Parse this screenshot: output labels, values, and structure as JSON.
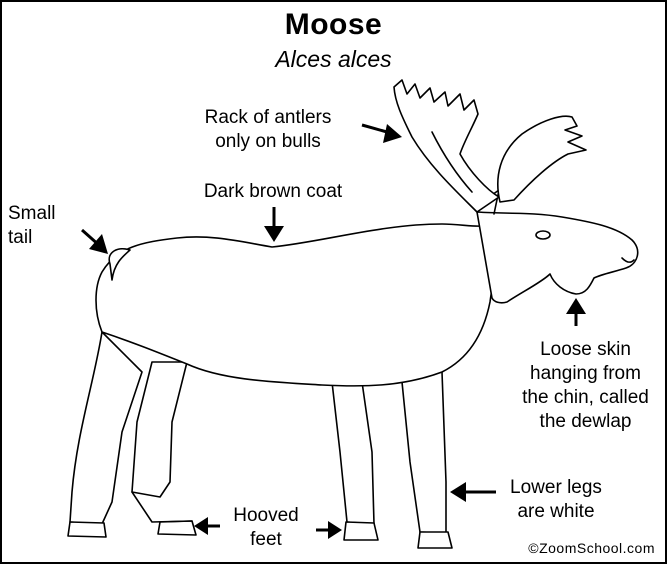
{
  "title": "Moose",
  "subtitle": "Alces alces",
  "labels": {
    "antlers": [
      "Rack of antlers",
      "only on bulls"
    ],
    "coat": [
      "Dark brown coat"
    ],
    "tail": [
      "Small",
      "tail"
    ],
    "dewlap": [
      "Loose skin",
      "hanging from",
      "the chin, called",
      "the dewlap"
    ],
    "lower_legs": [
      "Lower legs",
      "are white"
    ],
    "hooves": [
      "Hooved",
      "feet"
    ]
  },
  "copyright": "©ZoomSchool.com"
}
